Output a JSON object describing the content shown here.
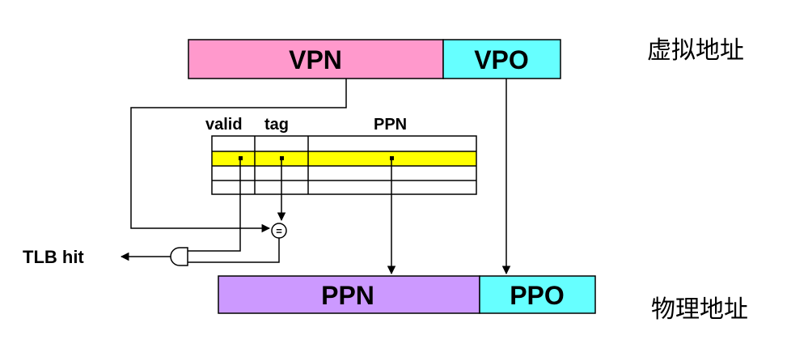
{
  "virtual_address": {
    "vpn_label": "VPN",
    "vpo_label": "VPO",
    "caption": "虚拟地址",
    "vpn_color": "#ff99cc",
    "vpo_color": "#66ffff"
  },
  "physical_address": {
    "ppn_label": "PPN",
    "ppo_label": "PPO",
    "caption": "物理地址",
    "ppn_color": "#cc99ff",
    "ppo_color": "#66ffff"
  },
  "tlb": {
    "column_headers": [
      "valid",
      "tag",
      "PPN"
    ],
    "highlight_color": "#ffff00",
    "comparator_symbol": "="
  },
  "output_label": "TLB hit"
}
